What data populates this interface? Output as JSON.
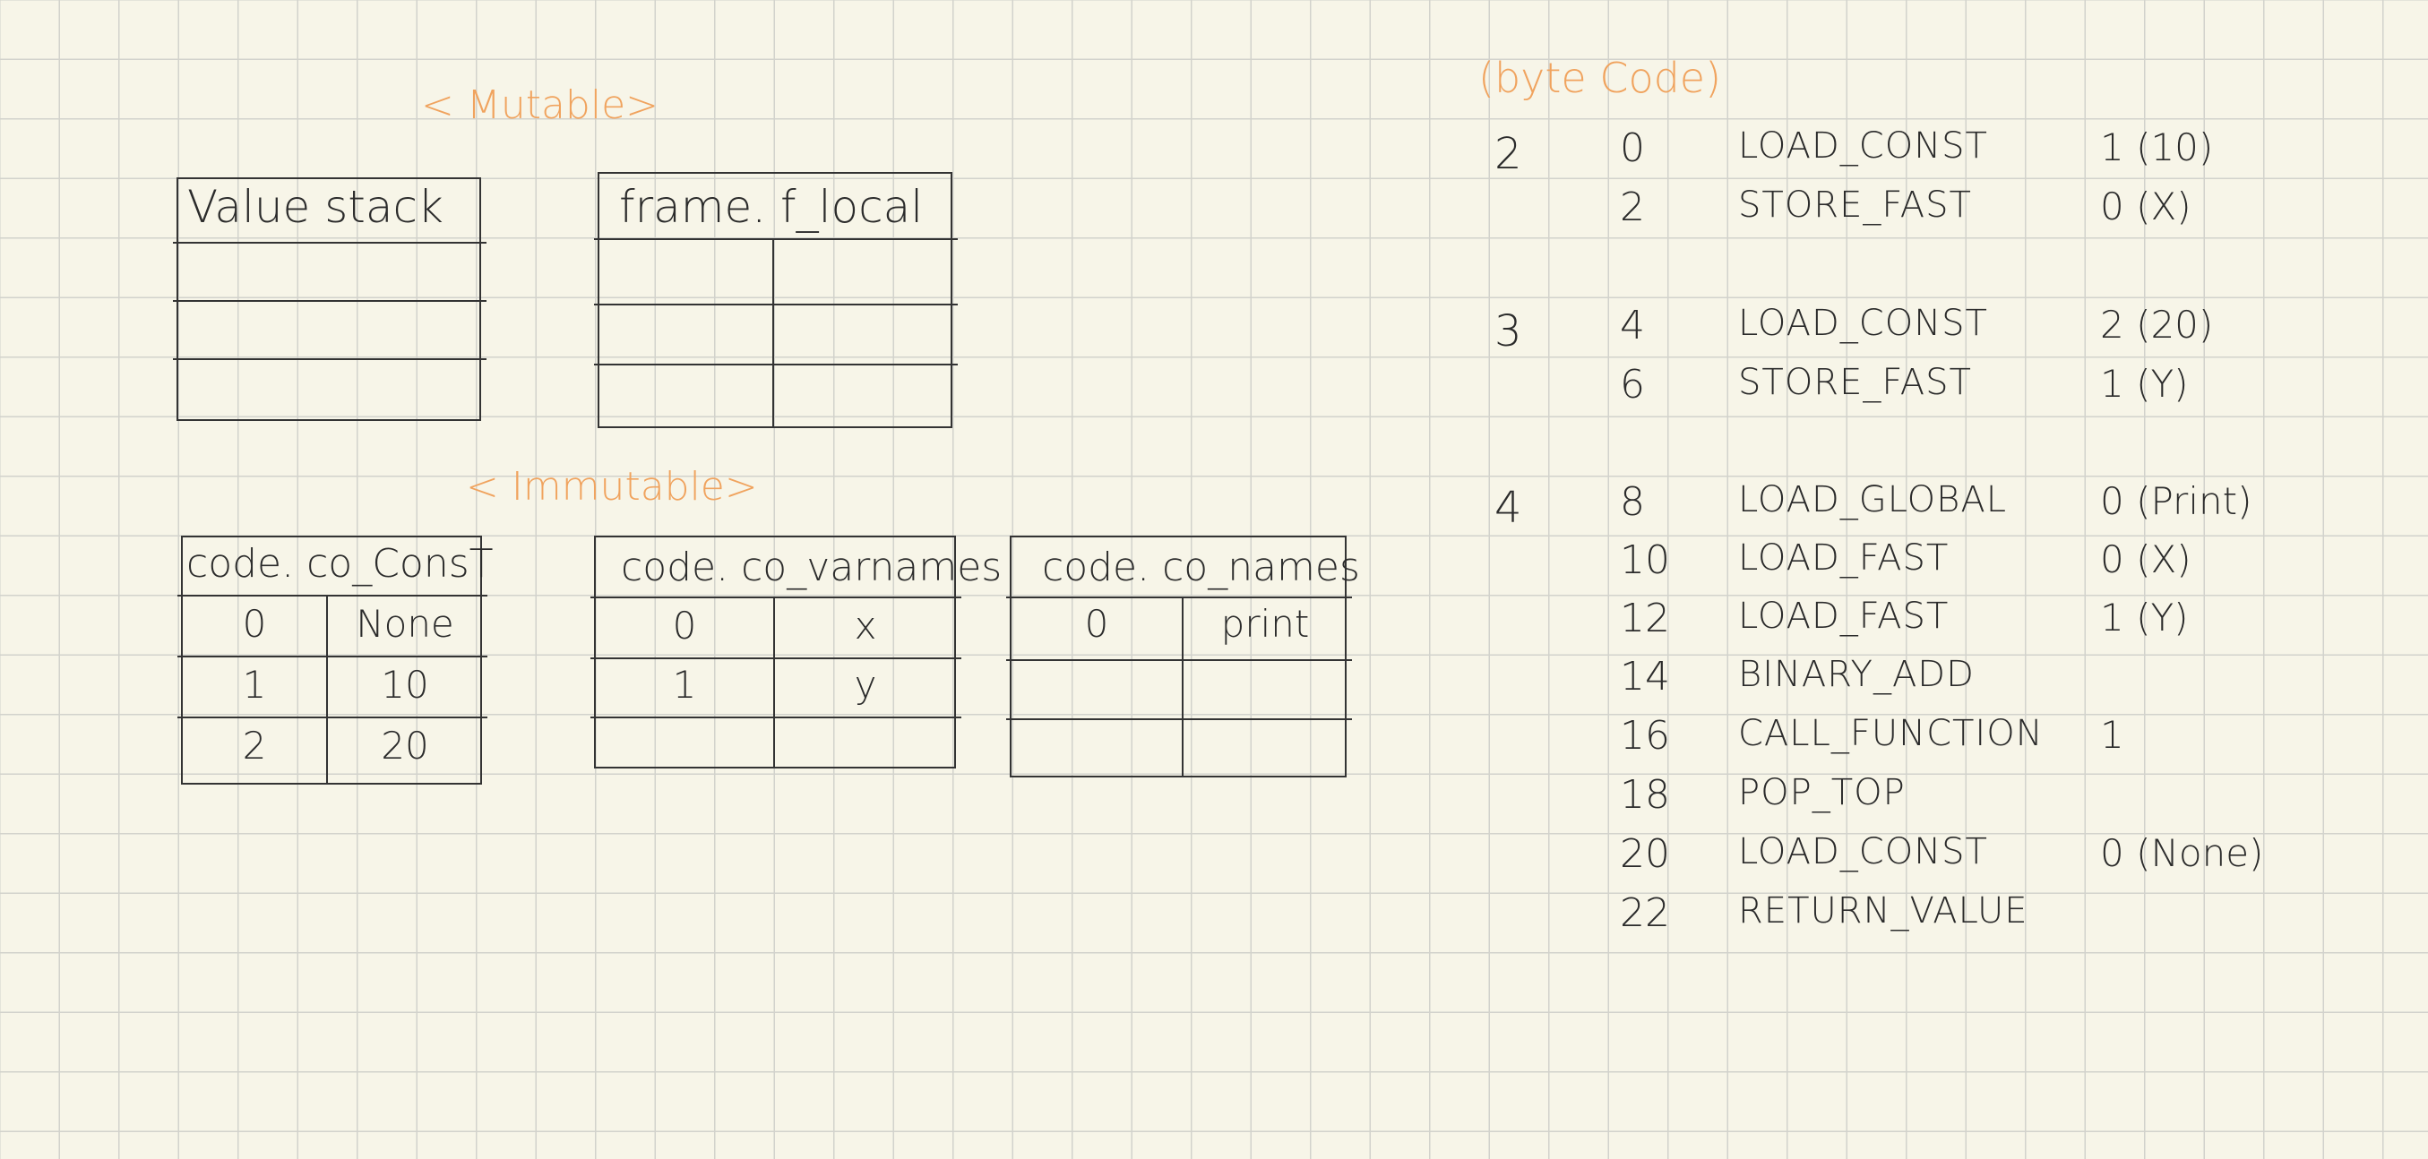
{
  "sections": {
    "mutable": "< Mutable>",
    "immutable": "< Immutable>",
    "bytecode": "(byte Code)"
  },
  "tables": {
    "value_stack": {
      "title": "Value stack"
    },
    "f_local": {
      "title": "frame. f_local"
    },
    "co_const": {
      "title": "code. co_ConsT",
      "rows": [
        [
          "0",
          "None"
        ],
        [
          "1",
          "10"
        ],
        [
          "2",
          "20"
        ]
      ]
    },
    "co_varnames": {
      "title": "code. co_varnames",
      "rows": [
        [
          "0",
          "x"
        ],
        [
          "1",
          "y"
        ]
      ]
    },
    "co_names": {
      "title": "code. co_names",
      "rows": [
        [
          "0",
          "print"
        ]
      ]
    }
  },
  "bytecode": [
    {
      "line": "2",
      "offset": "0",
      "op": "LOAD_CONST",
      "arg": "1 (10)"
    },
    {
      "line": "",
      "offset": "2",
      "op": "STORE_FAST",
      "arg": "0 (X)"
    },
    {
      "line": "3",
      "offset": "4",
      "op": "LOAD_CONST",
      "arg": "2 (20)"
    },
    {
      "line": "",
      "offset": "6",
      "op": "STORE_FAST",
      "arg": "1 (Y)"
    },
    {
      "line": "4",
      "offset": "8",
      "op": "LOAD_GLOBAL",
      "arg": "0 (Print)"
    },
    {
      "line": "",
      "offset": "10",
      "op": "LOAD_FAST",
      "arg": "0 (X)"
    },
    {
      "line": "",
      "offset": "12",
      "op": "LOAD_FAST",
      "arg": "1 (Y)"
    },
    {
      "line": "",
      "offset": "14",
      "op": "BINARY_ADD",
      "arg": ""
    },
    {
      "line": "",
      "offset": "16",
      "op": "CALL_FUNCTION",
      "arg": "1"
    },
    {
      "line": "",
      "offset": "18",
      "op": "POP_TOP",
      "arg": ""
    },
    {
      "line": "",
      "offset": "20",
      "op": "LOAD_CONST",
      "arg": "0 (None)"
    },
    {
      "line": "",
      "offset": "22",
      "op": "RETURN_VALUE",
      "arg": ""
    }
  ]
}
